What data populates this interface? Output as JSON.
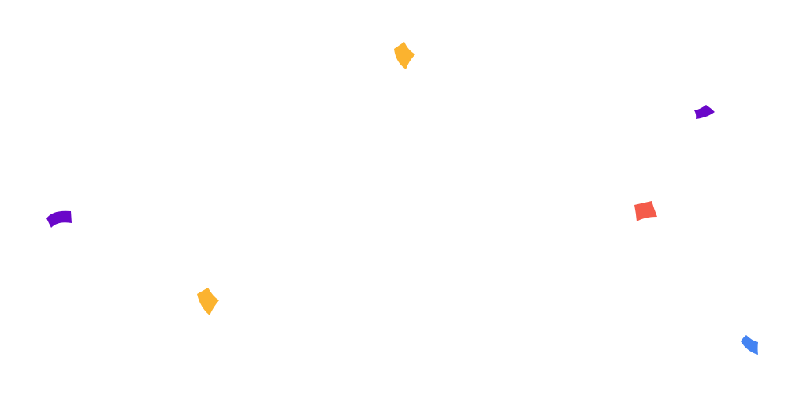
{
  "background_color": "#ffffff",
  "confetti": [
    {
      "name": "confetti-yellow-top",
      "color": "#FBB32F"
    },
    {
      "name": "confetti-purple-right",
      "color": "#6A07C9"
    },
    {
      "name": "confetti-purple-left",
      "color": "#6A07C9"
    },
    {
      "name": "confetti-red",
      "color": "#F45B4A"
    },
    {
      "name": "confetti-yellow-bottom",
      "color": "#FBB32F"
    },
    {
      "name": "confetti-blue",
      "color": "#4584F2"
    }
  ]
}
